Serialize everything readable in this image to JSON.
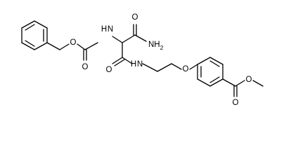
{
  "molecule": {
    "atoms": {
      "o_carbamate_ether": "O",
      "n_carbamate": "H",
      "n_carbamate_h": "N",
      "o_carbamate_carbonyl": "O",
      "o_amide_top": "O",
      "nh2_n": "NH",
      "nh2_sub": "2",
      "o_amide_mid": "O",
      "n_amide_h": "H",
      "n_amide": "N",
      "o_ether": "O",
      "o_ester_single": "O",
      "o_ester_double": "O"
    }
  }
}
